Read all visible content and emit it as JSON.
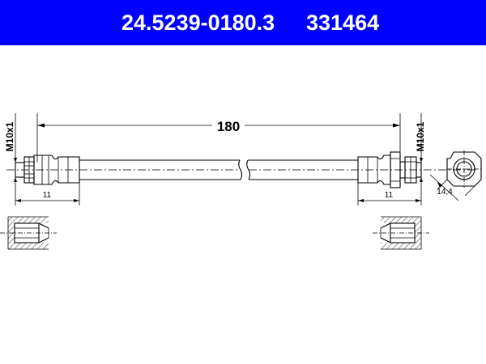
{
  "header": {
    "part_number": "24.5239-0180.3",
    "reference_number": "331464",
    "background_color": "#0000ff",
    "text_color": "#ffffff"
  },
  "drawing": {
    "overall_length": "180",
    "left_thread": "M10x1",
    "right_thread": "M10x1",
    "left_length": "11",
    "right_length": "11",
    "hex_size": "14,4"
  }
}
